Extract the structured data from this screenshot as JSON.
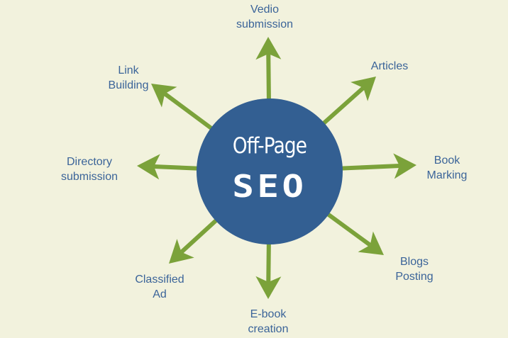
{
  "center": {
    "line1": "Off-Page",
    "line2": "SEO"
  },
  "branches": [
    {
      "line1": "Vedio",
      "line2": "submission"
    },
    {
      "line1": "Articles",
      "line2": ""
    },
    {
      "line1": "Book",
      "line2": "Marking"
    },
    {
      "line1": "Blogs",
      "line2": "Posting"
    },
    {
      "line1": "E-book",
      "line2": "creation"
    },
    {
      "line1": "Classified",
      "line2": "Ad"
    },
    {
      "line1": "Directory",
      "line2": "submission"
    },
    {
      "line1": "Link",
      "line2": "Building"
    }
  ],
  "colors": {
    "background": "#f2f2dd",
    "circle": "#335f92",
    "arrow": "#7ba23a",
    "text": "#3b6499"
  }
}
